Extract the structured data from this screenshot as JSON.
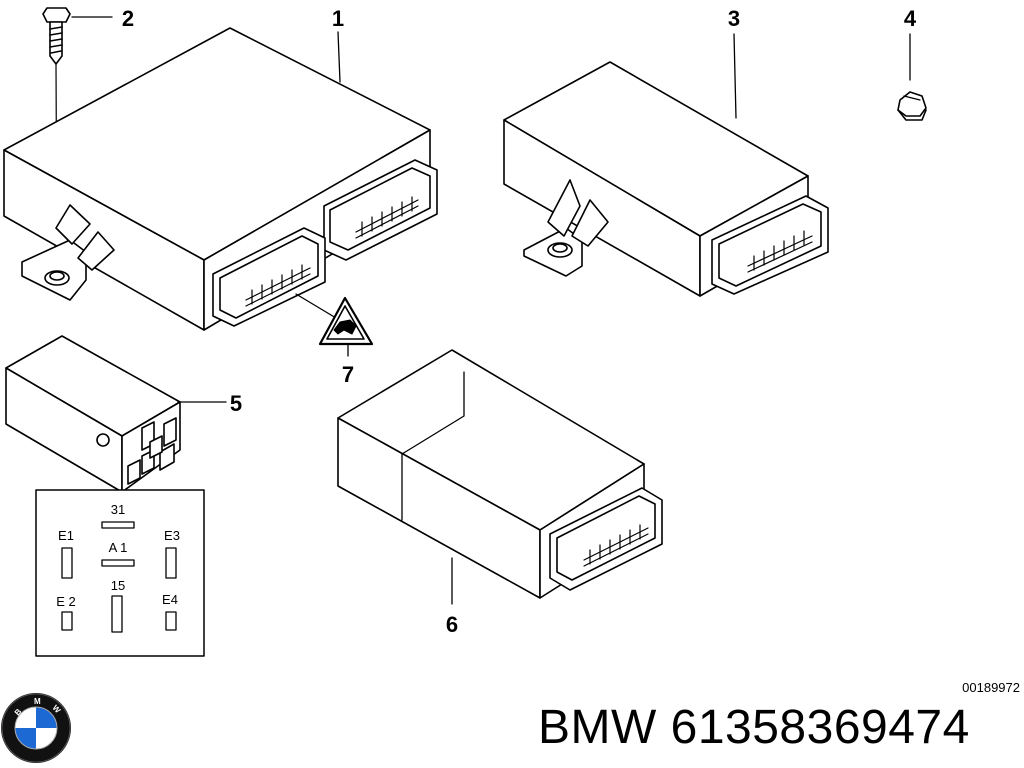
{
  "callouts": {
    "c1": "1",
    "c2": "2",
    "c3": "3",
    "c4": "4",
    "c5": "5",
    "c6": "6",
    "c7": "7"
  },
  "pinout": {
    "p31": "31",
    "e1": "E1",
    "e3": "E3",
    "a1": "A 1",
    "p15": "15",
    "e2": "E 2",
    "e4": "E4"
  },
  "diagram_ref": "00189972",
  "brand": {
    "logo_letters": "BMW",
    "part_line": "BMW 61358369474"
  },
  "colors": {
    "line": "#000000",
    "fill": "#ffffff",
    "logo_blue": "#1c69d4",
    "logo_ring": "#111111"
  }
}
